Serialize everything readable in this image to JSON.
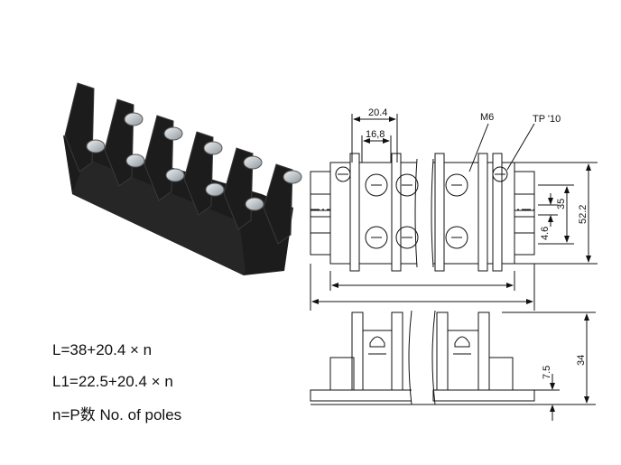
{
  "formulas": {
    "l": "L=38+20.4 × n",
    "l1": "L1=22.5+20.4 × n",
    "n": "n=P数 No. of poles"
  },
  "dimensions": {
    "pitch": "20.4",
    "inner": "16,8",
    "screw": "M6",
    "cover": "TP '10",
    "d35": "35",
    "d52": "52.2",
    "d46": "4.6",
    "d75": "7.5",
    "d34": "34"
  },
  "photo": {
    "poles": 5,
    "body_color": "#1c1c1c",
    "screw_color": "#b8bfc4"
  }
}
